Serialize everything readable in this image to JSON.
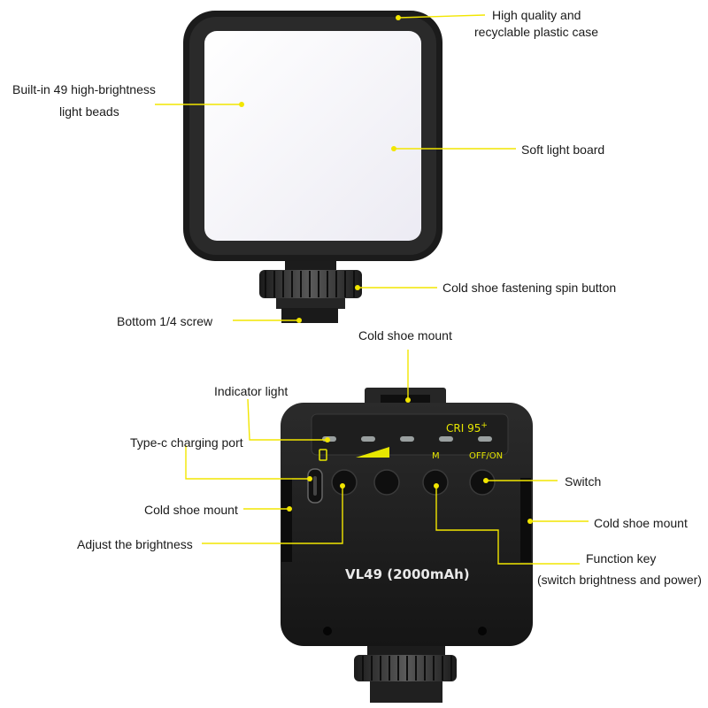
{
  "colors": {
    "callout_line": "#f2e600",
    "device_body": "#161616",
    "led_panel": "#f7f6fb",
    "printed_text": "#e6e600"
  },
  "labels": {
    "case_line1": "High quality and",
    "case_line2": "recyclable plastic case",
    "beads_line1": "Built-in 49 high-brightness",
    "beads_line2": "light beads",
    "soft_board": "Soft light board",
    "spin_button": "Cold shoe fastening spin button",
    "bottom_screw": "Bottom 1/4 screw",
    "cold_shoe_top": "Cold shoe mount",
    "indicator": "Indicator light",
    "typec": "Type-c charging port",
    "switch": "Switch",
    "cold_shoe_left": "Cold shoe mount",
    "cold_shoe_right": "Cold shoe mount",
    "brightness": "Adjust the brightness",
    "function_line1": "Function key",
    "function_line2": "(switch brightness and power)"
  },
  "device": {
    "cri": "CRI 95",
    "cri_sup": "+",
    "m_key": "M",
    "off_on": "OFF/ON",
    "model": "VL49 (2000mAh)"
  },
  "icons": [
    "cold-shoe-icon",
    "led-panel-icon",
    "indicator-led-icon",
    "usb-c-port-icon",
    "button-icon",
    "brightness-ramp-icon",
    "battery-icon",
    "screw-hole-icon"
  ]
}
